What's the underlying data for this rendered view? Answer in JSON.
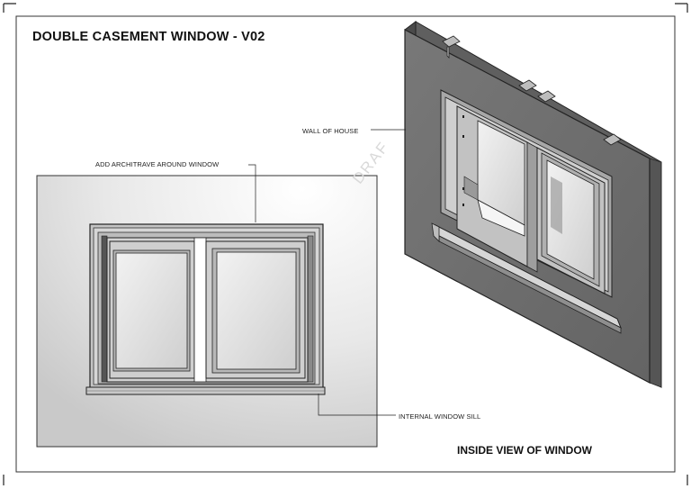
{
  "drawing": {
    "title": "DOUBLE CASEMENT WINDOW - V02",
    "view_caption": "INSIDE VIEW OF WINDOW",
    "watermark": "DRAF",
    "callouts": {
      "wall": "WALL OF HOUSE",
      "architrave": "ADD ARCHITRAVE AROUND WINDOW",
      "sill": "INTERNAL WINDOW SILL"
    }
  },
  "colors": {
    "wall_face": "#6e6e6e",
    "wall_edge": "#4d4d4d",
    "frame": "#bdbdbd",
    "glass": "#d9d9d9",
    "line": "#222222",
    "panel_bg": "#dedede"
  }
}
